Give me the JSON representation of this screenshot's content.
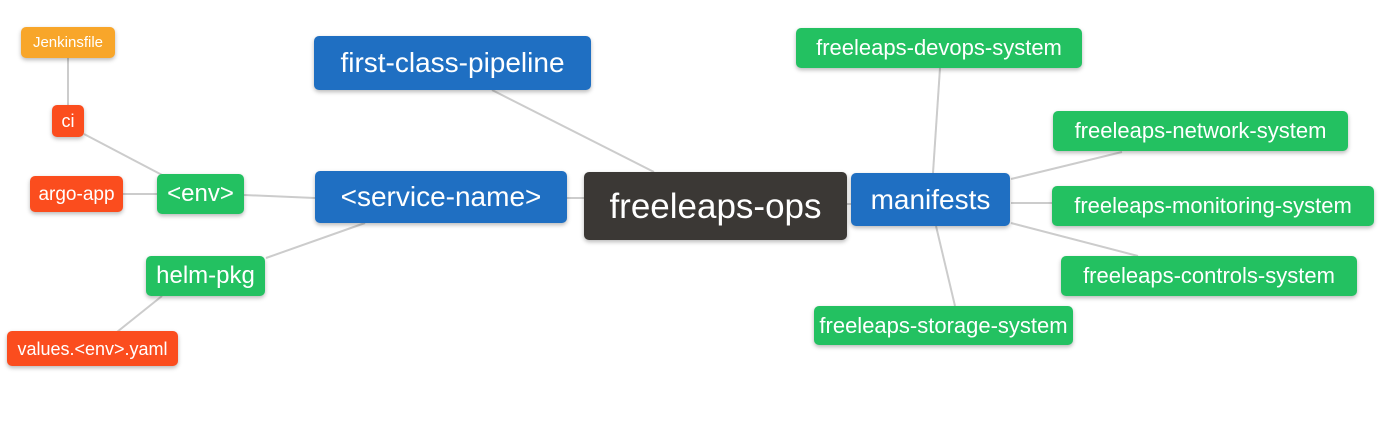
{
  "diagram": {
    "type": "mindmap",
    "root_id": "freeleaps-ops",
    "palette": {
      "root_bg": "#3b3835",
      "branch_blue_bg": "#1f6fc2",
      "leaf_green_bg": "#23c161",
      "leaf_red_bg": "#fb4d1e",
      "leaf_orange_bg": "#f8a62a",
      "node_text": "#ffffff",
      "edge_line": "#cccccc",
      "canvas_bg": "#ffffff"
    },
    "nodes": [
      {
        "id": "jenkinsfile",
        "label": "Jenkinsfile",
        "color_role": "leaf_orange_bg"
      },
      {
        "id": "ci",
        "label": "ci",
        "color_role": "leaf_red_bg"
      },
      {
        "id": "argo-app",
        "label": "argo-app",
        "color_role": "leaf_red_bg"
      },
      {
        "id": "env",
        "label": "<env>",
        "color_role": "leaf_green_bg"
      },
      {
        "id": "helm-pkg",
        "label": "helm-pkg",
        "color_role": "leaf_green_bg"
      },
      {
        "id": "values-env-yaml",
        "label": "values.<env>.yaml",
        "color_role": "leaf_red_bg"
      },
      {
        "id": "first-class-pipeline",
        "label": "first-class-pipeline",
        "color_role": "branch_blue_bg"
      },
      {
        "id": "service-name",
        "label": "<service-name>",
        "color_role": "branch_blue_bg"
      },
      {
        "id": "freeleaps-ops",
        "label": "freeleaps-ops",
        "color_role": "root_bg"
      },
      {
        "id": "manifests",
        "label": "manifests",
        "color_role": "branch_blue_bg"
      },
      {
        "id": "freeleaps-devops-system",
        "label": "freeleaps-devops-system",
        "color_role": "leaf_green_bg"
      },
      {
        "id": "freeleaps-network-system",
        "label": "freeleaps-network-system",
        "color_role": "leaf_green_bg"
      },
      {
        "id": "freeleaps-monitoring-system",
        "label": "freeleaps-monitoring-system",
        "color_role": "leaf_green_bg"
      },
      {
        "id": "freeleaps-controls-system",
        "label": "freeleaps-controls-system",
        "color_role": "leaf_green_bg"
      },
      {
        "id": "freeleaps-storage-system",
        "label": "freeleaps-storage-system",
        "color_role": "leaf_green_bg"
      }
    ],
    "edges": [
      {
        "from": "jenkinsfile",
        "to": "ci"
      },
      {
        "from": "ci",
        "to": "env"
      },
      {
        "from": "argo-app",
        "to": "env"
      },
      {
        "from": "env",
        "to": "service-name"
      },
      {
        "from": "helm-pkg",
        "to": "service-name"
      },
      {
        "from": "helm-pkg",
        "to": "values-env-yaml"
      },
      {
        "from": "service-name",
        "to": "freeleaps-ops"
      },
      {
        "from": "first-class-pipeline",
        "to": "freeleaps-ops"
      },
      {
        "from": "freeleaps-ops",
        "to": "manifests"
      },
      {
        "from": "manifests",
        "to": "freeleaps-devops-system"
      },
      {
        "from": "manifests",
        "to": "freeleaps-network-system"
      },
      {
        "from": "manifests",
        "to": "freeleaps-monitoring-system"
      },
      {
        "from": "manifests",
        "to": "freeleaps-controls-system"
      },
      {
        "from": "manifests",
        "to": "freeleaps-storage-system"
      }
    ]
  }
}
